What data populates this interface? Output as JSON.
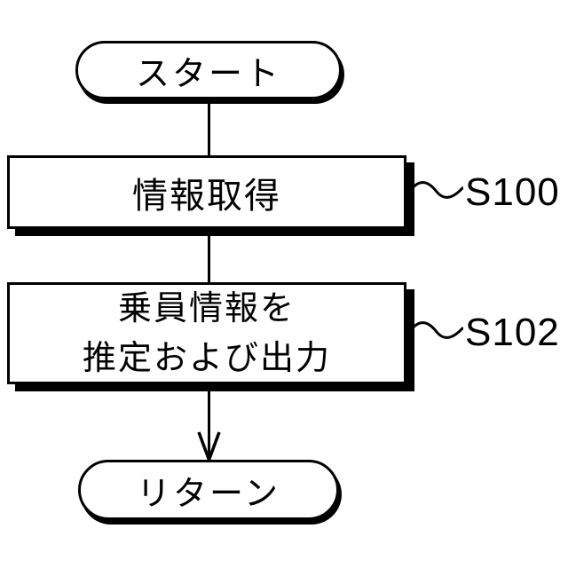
{
  "flowchart": {
    "type": "patent-style flowchart",
    "background_color": "#ffffff",
    "stroke_color": "#000000",
    "fill_color": "#ffffff",
    "shadow_color": "#000000",
    "nodes": [
      {
        "id": "start",
        "shape": "terminal",
        "label": "スタート"
      },
      {
        "id": "info",
        "shape": "process",
        "label": "情報取得",
        "step": "S100"
      },
      {
        "id": "estimate",
        "shape": "process",
        "label_line1": "乗員情報を",
        "label_line2": "推定および出力",
        "step": "S102"
      },
      {
        "id": "return",
        "shape": "terminal",
        "label": "リターン"
      }
    ],
    "edges": [
      {
        "from": "start",
        "to": "info",
        "arrowhead": false
      },
      {
        "from": "info",
        "to": "estimate",
        "arrowhead": false
      },
      {
        "from": "estimate",
        "to": "return",
        "arrowhead": true
      }
    ]
  }
}
